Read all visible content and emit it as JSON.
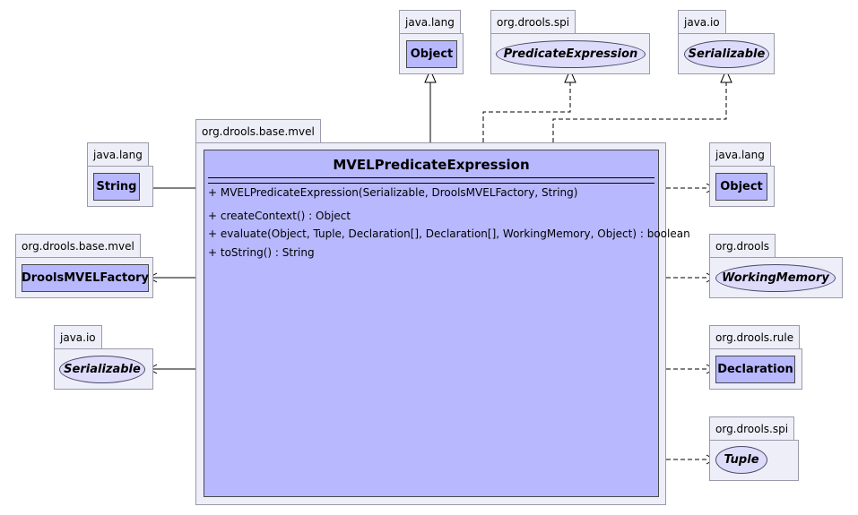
{
  "packages": {
    "top_lang": "java.lang",
    "top_spi": "org.drools.spi",
    "top_io": "java.io",
    "main": "org.drools.base.mvel",
    "left_lang": "java.lang",
    "left_mvel": "org.drools.base.mvel",
    "left_io": "java.io",
    "right_lang": "java.lang",
    "right_drools": "org.drools",
    "right_rule": "org.drools.rule",
    "right_spi": "org.drools.spi"
  },
  "types": {
    "top_object": "Object",
    "top_predicate": "PredicateExpression",
    "top_serializable": "Serializable",
    "left_string": "String",
    "left_factory": "DroolsMVELFactory",
    "left_serializable": "Serializable",
    "right_object": "Object",
    "right_wm": "WorkingMemory",
    "right_declaration": "Declaration",
    "right_tuple": "Tuple"
  },
  "main_class": {
    "name": "MVELPredicateExpression",
    "constructor": "+ MVELPredicateExpression(Serializable, DroolsMVELFactory, String)",
    "methods": [
      "+ createContext() : Object",
      "+ evaluate(Object, Tuple, Declaration[], Declaration[], WorkingMemory, Object) : boolean",
      "+ toString() : String"
    ]
  }
}
